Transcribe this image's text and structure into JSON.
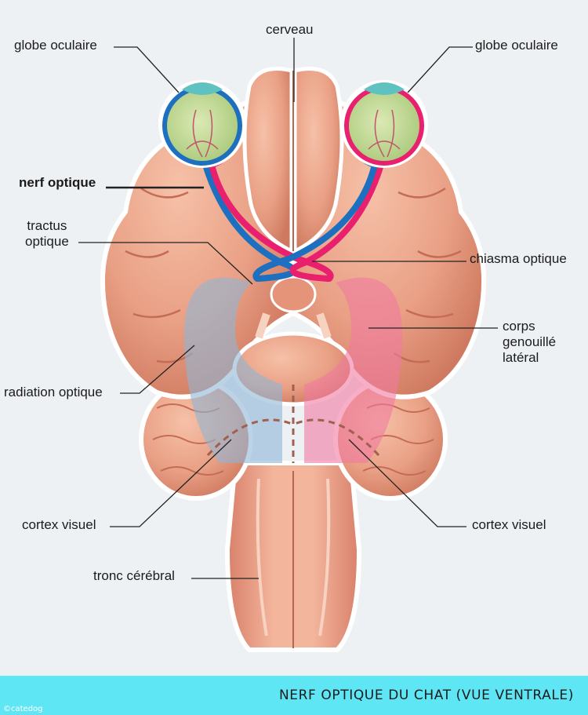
{
  "labels": {
    "cerveau": "cerveau",
    "globe_left": "globe oculaire",
    "globe_right": "globe oculaire",
    "nerf_optique": "nerf optique",
    "tractus_optique": "tractus\noptique",
    "chiasma_optique": "chiasma optique",
    "corps_genouille": "corps\ngenouillé\nlatéral",
    "radiation_optique": "radiation optique",
    "cortex_left": "cortex visuel",
    "cortex_right": "cortex visuel",
    "tronc_cerebral": "tronc cérébral"
  },
  "footer": {
    "title": "NERF OPTIQUE DU CHAT (VUE VENTRALE)",
    "credit": "©catedog"
  },
  "colors": {
    "background": "#eef1f4",
    "footer": "#5fe6f5",
    "brain": "#e9a085",
    "brain_dark": "#c8705a",
    "nerve_blue": "#1d6fbf",
    "nerve_pink": "#e8206e",
    "left_pathway": "#8fb5d6",
    "right_pathway": "#f07aa0",
    "eye_globe": "#c5dd9a"
  }
}
